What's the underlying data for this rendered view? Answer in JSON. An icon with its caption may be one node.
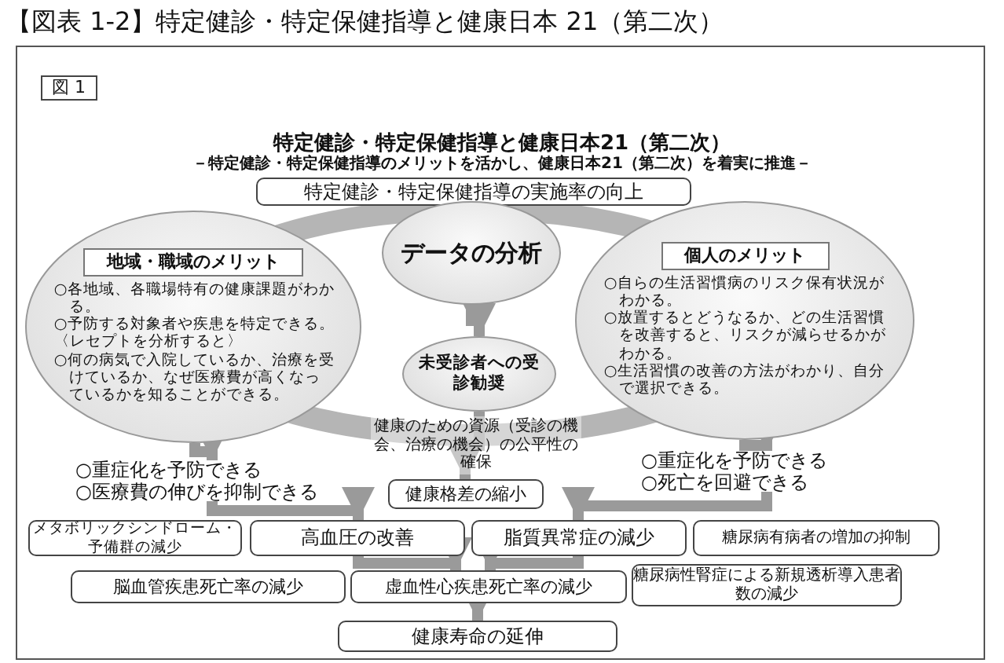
{
  "diagram": {
    "title": "【図表 1-2】特定健診・特定保健指導と健康日本 21（第二次）",
    "nodes": [
      {
        "text": [
          "特定健診・特定保健指導の実施率の向上"
        ]
      },
      {
        "text": [
          "地域・職域のメリット",
          "○各地域、各職場特有の健康課題がわかる。",
          "○予防する対象者や疾患を特定できる。",
          "〈レセプトを分析すると〉",
          "○何の病気で入院しているか、治療を受けているか、なぜ医療費が高くなっているかを知ることができる。"
        ]
      },
      {
        "text": [
          "データの分析"
        ]
      },
      {
        "text": [
          "個人のメリット",
          "○自らの生活習慣病のリスク保有状況がわかる。",
          "○放置するとどうなるか、どの生活習慣を改善すると、リスクが減らせるかがわかる。",
          "○生活習慣の改善の方法がわかり、自分で選択できる。"
        ]
      },
      {
        "text": [
          "未受診者への受診勧奨"
        ]
      },
      {
        "text": [
          "○重症化を予防できる",
          "○医療費の伸びを抑制できる"
        ]
      },
      {
        "text": [
          "健康格差の縮小"
        ]
      },
      {
        "text": [
          "○重症化を予防できる",
          "○死亡を回避できる"
        ]
      },
      {
        "text": [
          "メタボリックシンドローム・予備群の減少"
        ]
      },
      {
        "text": [
          "高血圧の改善"
        ]
      },
      {
        "text": [
          "脂質異常症の減少"
        ]
      },
      {
        "text": [
          "糖尿病有病者の増加の抑制"
        ]
      },
      {
        "text": [
          "脳血管疾患死亡率の減少"
        ]
      },
      {
        "text": [
          "虚血性心疾患死亡率の減少"
        ]
      },
      {
        "text": [
          "糖尿病性腎症による新規透析導入患者数の減少"
        ]
      },
      {
        "text": [
          "健康寿命の延伸"
        ]
      }
    ],
    "edges": [
      {
        "from": 2,
        "to": 4,
        "arrow": "to"
      },
      {
        "from": 4,
        "to": 6,
        "arrow": "to",
        "label": "健康のための資源（受診の機会、治療の機会）の公平性の確保"
      },
      {
        "from": 1,
        "to": 5,
        "arrow": "to"
      },
      {
        "from": 3,
        "to": 7,
        "arrow": "to"
      },
      {
        "from": 5,
        "to": 9,
        "arrow": "to"
      },
      {
        "from": 7,
        "to": 10,
        "arrow": "to"
      },
      {
        "from": 9,
        "to": 13,
        "arrow": "to"
      },
      {
        "from": 10,
        "to": 13,
        "arrow": "to"
      },
      {
        "from": 13,
        "to": 15,
        "arrow": "to"
      }
    ],
    "labels": [
      "図 1",
      "特定健診・特定保健指導と健康日本21（第二次）",
      "－特定健診・特定保健指導のメリットを活かし、健康日本21（第二次）を着実に推進－"
    ]
  }
}
